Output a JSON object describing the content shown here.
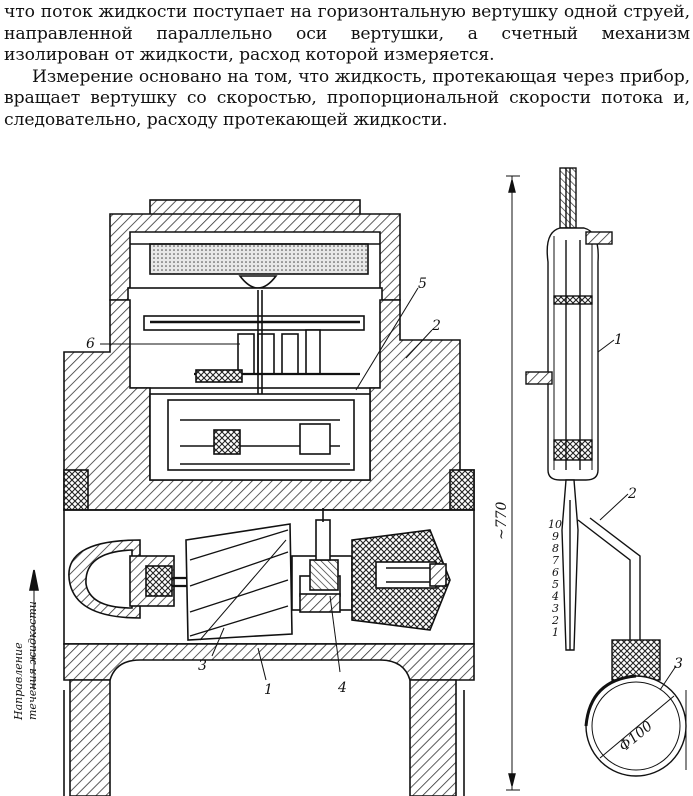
{
  "text": {
    "paragraph1": "что поток жидкости поступает на горизонтальную вертушку одной струей, направленной параллельно оси вертушки, а счетный механизм изолирован от жидкости, расход которой измеряется.",
    "paragraph2": "Измерение основано на том, что жидкость, протекающая через прибор, вращает вертушку со скоростью, пропорциональной скорости потока и, следовательно, расходу протекающей жидкости."
  },
  "figure_left": {
    "callouts": [
      "1",
      "2",
      "3",
      "4",
      "5",
      "6"
    ],
    "flow_label_line1": "Направление",
    "flow_label_line2": "течения жидкости"
  },
  "figure_right": {
    "callouts": [
      "1",
      "2",
      "3"
    ],
    "height_dimension": "~770",
    "diameter": "Ф100",
    "scale_marks": [
      "10",
      "9",
      "8",
      "7",
      "6",
      "5",
      "4",
      "3",
      "2",
      "1"
    ]
  }
}
